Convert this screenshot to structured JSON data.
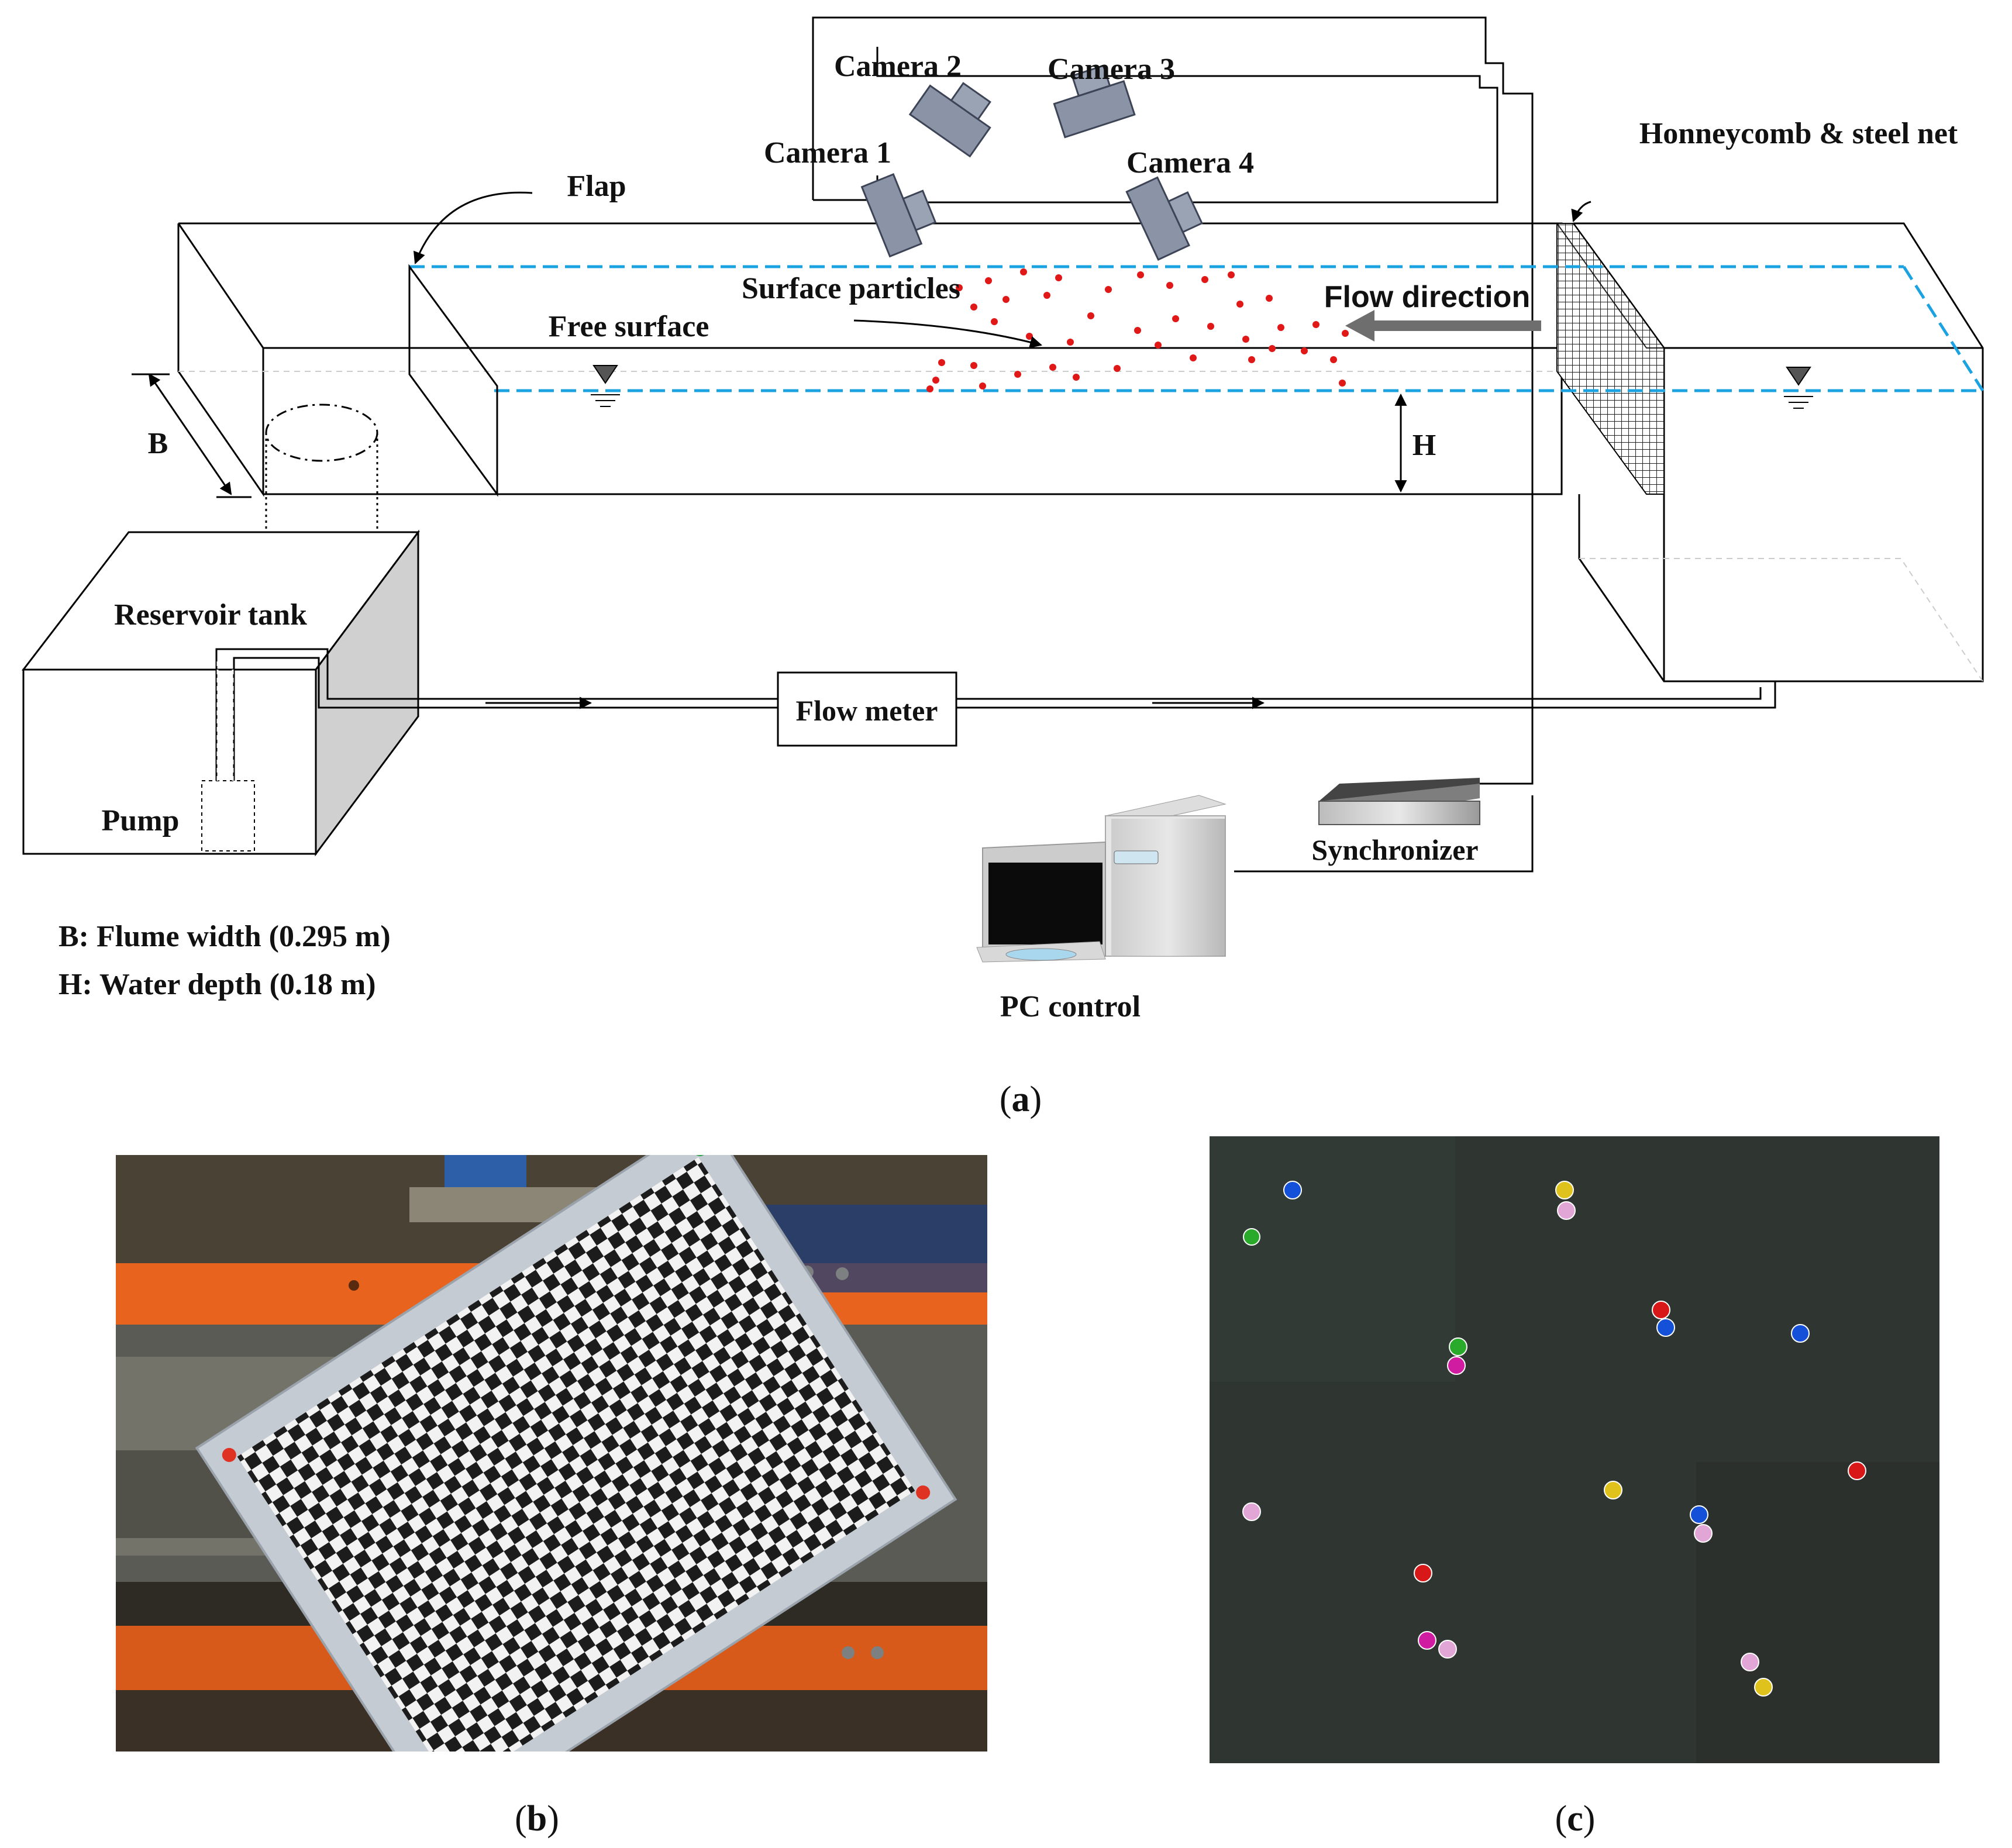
{
  "diagram": {
    "cameras": [
      "Camera 1",
      "Camera 2",
      "Camera 3",
      "Camera 4"
    ],
    "flap": "Flap",
    "honeycomb": "Honneycomb & steel net",
    "surface_particles": "Surface particles",
    "flow_direction": "Flow direction",
    "free_surface": "Free surface",
    "width_symbol": "B",
    "depth_symbol": "H",
    "reservoir_tank": "Reservoir tank",
    "pump": "Pump",
    "flow_meter": "Flow meter",
    "synchronizer": "Synchronizer",
    "pc_control": "PC control",
    "legend": [
      "B: Flume width (0.295 m)",
      "H: Water depth (0.18 m)"
    ]
  },
  "captions": {
    "a_open": "(",
    "a_letter": "a",
    "a_close": ")",
    "b_open": "(",
    "b_letter": "b",
    "b_close": ")",
    "c_open": "(",
    "c_letter": "c",
    "c_close": ")"
  },
  "colors": {
    "particle_red": "#e01818",
    "water_line_blue": "#1aa3e0",
    "orange_beam": "#e8641e",
    "camera_gray": "#8a94a6",
    "panel_c_bg": "#2f3531",
    "marker_colors": [
      "#1450d8",
      "#e0c21c",
      "#e2a6d6",
      "#2aaa2a",
      "#d81818",
      "#d01ca0"
    ]
  }
}
